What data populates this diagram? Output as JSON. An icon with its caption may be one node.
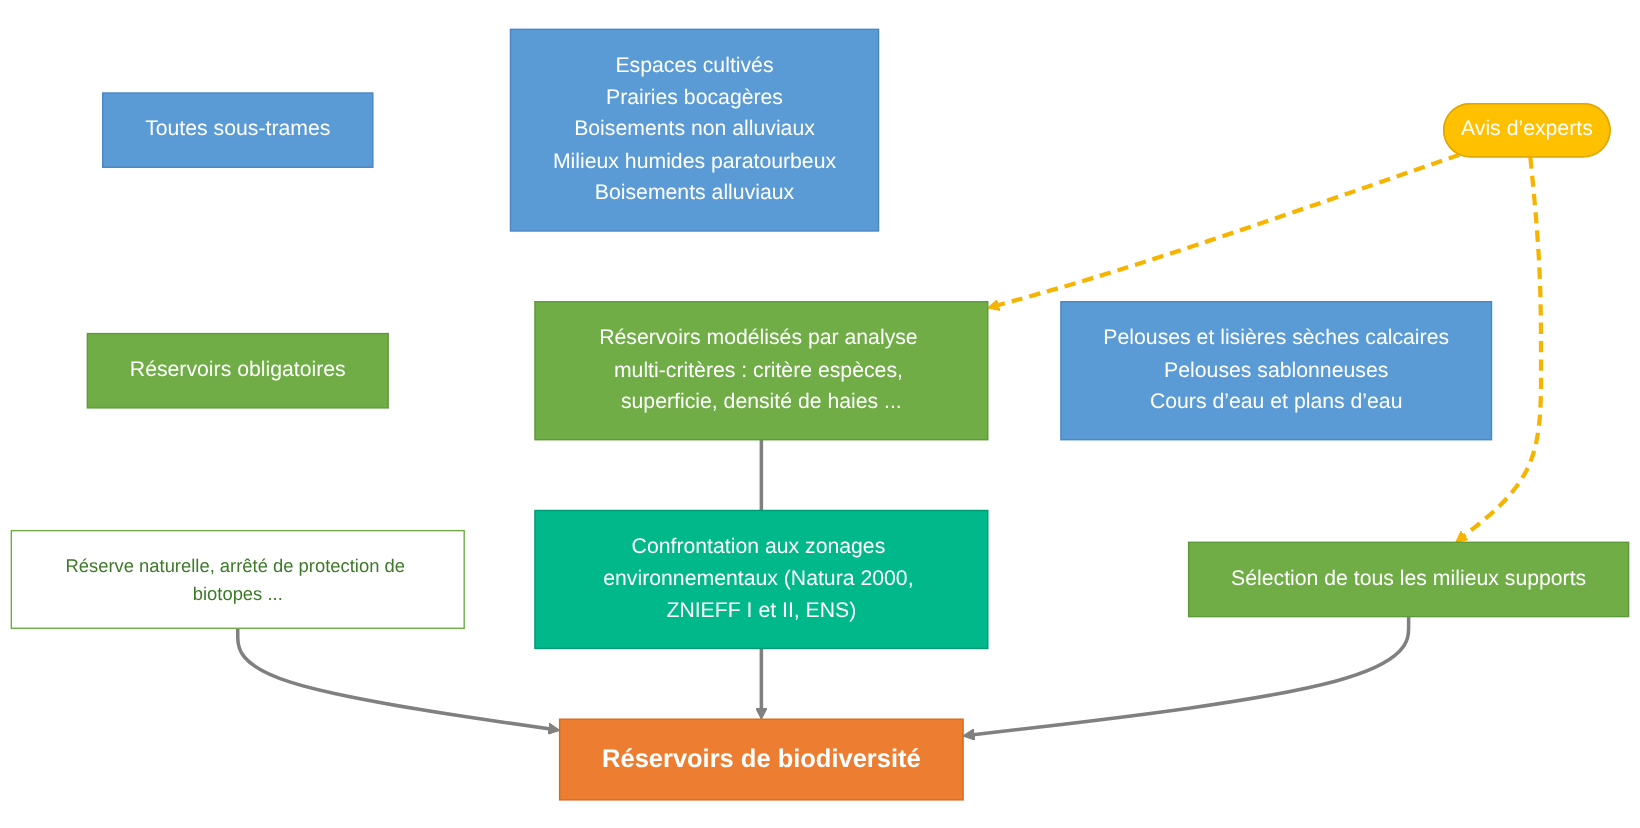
{
  "diagram": {
    "nodes": [
      {
        "text": [
          "Toutes sous-trames"
        ]
      },
      {
        "text": [
          "Espaces cultivés",
          "Prairies bocagères",
          "Boisements non alluviaux",
          "Milieux humides paratourbeux",
          "Boisements alluviaux"
        ]
      },
      {
        "text": [
          "Pelouses et lisières sèches calcaires",
          "Pelouses sablonneuses",
          "Cours d’eau et plans d’eau"
        ]
      },
      {
        "text": [
          "Réservoirs obligatoires"
        ]
      },
      {
        "text": [
          "Réservoirs modélisés par analyse multi-critères : critère espèces, superficie, densité de haies ..."
        ]
      },
      {
        "text": [
          "Sélection de tous les milieux supports"
        ]
      },
      {
        "text": [
          "Réserve naturelle, arrêté de protection de biotopes ..."
        ]
      },
      {
        "text": [
          "Confrontation aux zonages environnementaux (Natura 2000, ZNIEFF I et II, ENS)"
        ]
      },
      {
        "text": [
          "Avis d’experts"
        ]
      },
      {
        "text": [
          "Réservoirs de biodiversité"
        ]
      }
    ],
    "edges": [
      {
        "from": 6,
        "to": 9,
        "arrow": "to"
      },
      {
        "from": 4,
        "to": 7,
        "arrow": "none"
      },
      {
        "from": 7,
        "to": 9,
        "arrow": "to"
      },
      {
        "from": 5,
        "to": 9,
        "arrow": "to"
      },
      {
        "from": 8,
        "to": 4,
        "arrow": "to",
        "style": "dashed",
        "color": "#f5b400"
      },
      {
        "from": 8,
        "to": 5,
        "arrow": "to",
        "style": "dashed",
        "color": "#f5b400"
      }
    ]
  }
}
